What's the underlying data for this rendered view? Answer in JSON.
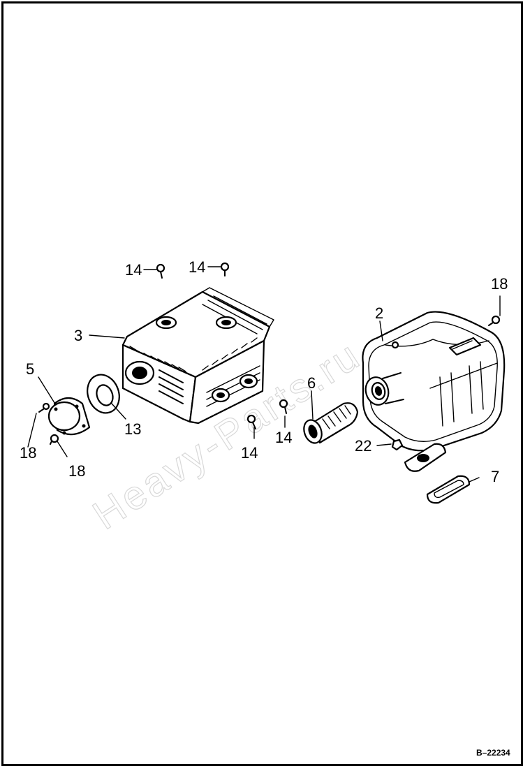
{
  "diagram": {
    "reference_code": "B–22234",
    "watermark": "Heavy-Parts.ru"
  },
  "callouts": {
    "c14a": "14",
    "c14b": "14",
    "c3": "3",
    "c5": "5",
    "c18a": "18",
    "c18b": "18",
    "c13": "13",
    "c14c": "14",
    "c14d": "14",
    "c6": "6",
    "c2": "2",
    "c18c": "18",
    "c22": "22",
    "c7": "7"
  }
}
